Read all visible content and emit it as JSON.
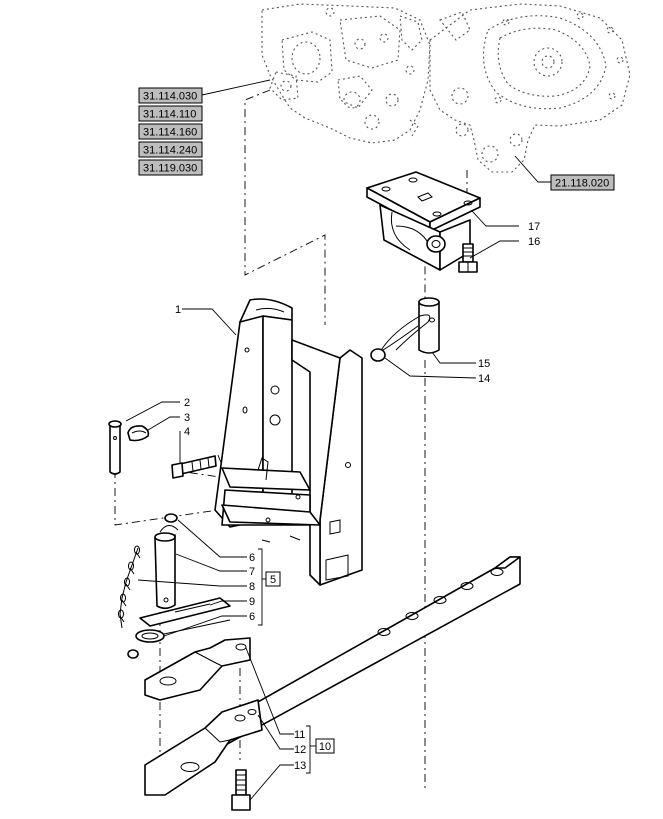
{
  "references": [
    {
      "id": "ref-31114030",
      "text": "31.114.030"
    },
    {
      "id": "ref-31114110",
      "text": "31.114.110"
    },
    {
      "id": "ref-31114160",
      "text": "31.114.160"
    },
    {
      "id": "ref-31114240",
      "text": "31.114.240"
    },
    {
      "id": "ref-31119030",
      "text": "31.119.030"
    },
    {
      "id": "ref-21118020",
      "text": "21.118.020"
    }
  ],
  "callouts": {
    "c1": "1",
    "c2": "2",
    "c3": "3",
    "c4": "4",
    "c6a": "6",
    "c7": "7",
    "c8": "8",
    "c9": "9",
    "c6b": "6",
    "c11": "11",
    "c12": "12",
    "c13": "13",
    "c14": "14",
    "c15": "15",
    "c16": "16",
    "c17": "17"
  },
  "groups": {
    "g5": "5",
    "g10": "10"
  }
}
